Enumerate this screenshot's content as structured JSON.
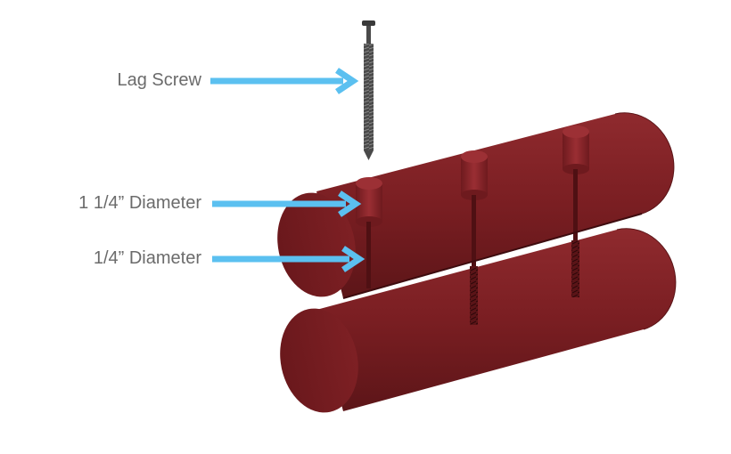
{
  "labels": {
    "lag_screw": "Lag Screw",
    "large_diameter": "1 1/4” Diameter",
    "small_diameter": "1/4” Diameter"
  },
  "colors": {
    "log": "#7a1e22",
    "log_dark": "#5a1417",
    "log_light": "#8f2a2e",
    "arrow": "#5bc0f0",
    "text": "#6b6b6b",
    "screw": "#4a4a4a"
  },
  "icons": {
    "arrow": "right-arrow-icon",
    "screw": "lag-screw-icon"
  }
}
